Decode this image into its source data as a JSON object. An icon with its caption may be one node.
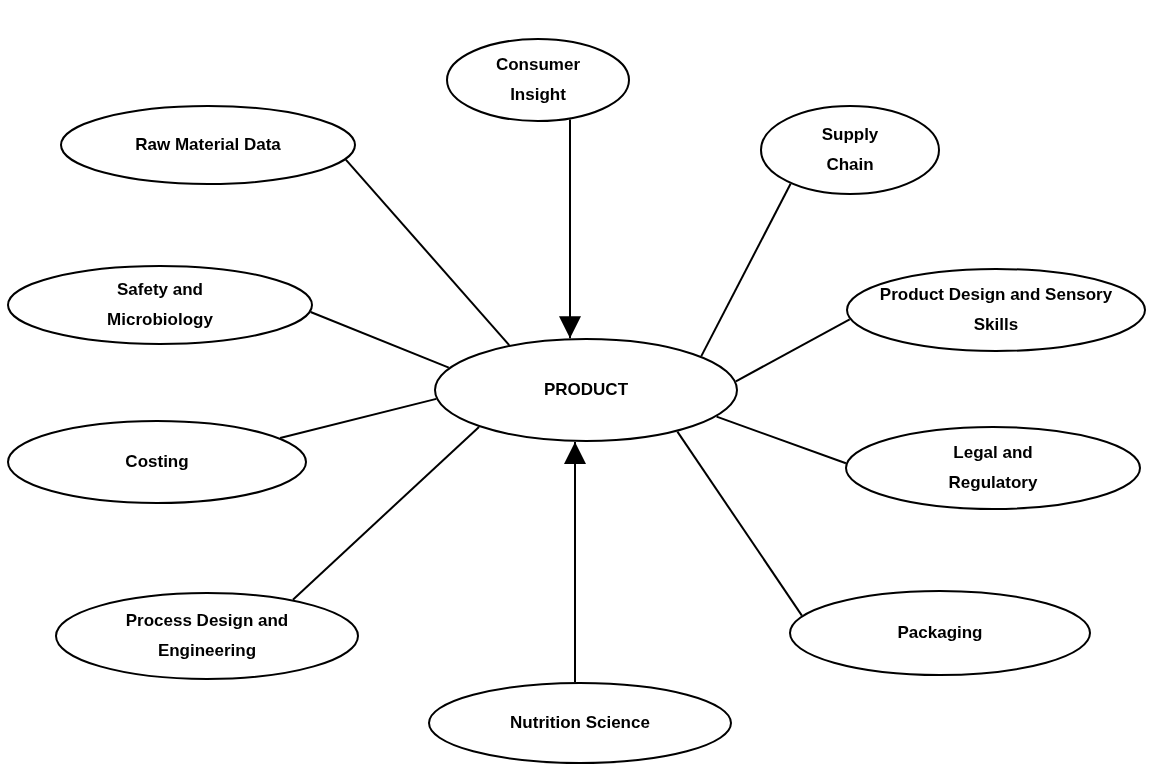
{
  "diagram": {
    "nodes": [
      {
        "text": [
          "Consumer Insight"
        ]
      },
      {
        "text": [
          "Raw Material Data"
        ]
      },
      {
        "text": [
          "Supply Chain"
        ]
      },
      {
        "text": [
          "Safety and Microbiology"
        ]
      },
      {
        "text": [
          "Product Design and Sensory Skills"
        ]
      },
      {
        "text": [
          "PRODUCT"
        ]
      },
      {
        "text": [
          "Costing"
        ]
      },
      {
        "text": [
          "Legal and Regulatory"
        ]
      },
      {
        "text": [
          "Process Design and Engineering"
        ]
      },
      {
        "text": [
          "Packaging"
        ]
      },
      {
        "text": [
          "Nutrition Science"
        ]
      }
    ],
    "edges": [
      {
        "from": 0,
        "to": 5,
        "arrow": "to"
      },
      {
        "from": 1,
        "to": 5,
        "arrow": "none"
      },
      {
        "from": 2,
        "to": 5,
        "arrow": "none"
      },
      {
        "from": 3,
        "to": 5,
        "arrow": "none"
      },
      {
        "from": 4,
        "to": 5,
        "arrow": "none"
      },
      {
        "from": 6,
        "to": 5,
        "arrow": "none"
      },
      {
        "from": 7,
        "to": 5,
        "arrow": "none"
      },
      {
        "from": 8,
        "to": 5,
        "arrow": "none"
      },
      {
        "from": 9,
        "to": 5,
        "arrow": "none"
      },
      {
        "from": 10,
        "to": 5,
        "arrow": "to"
      }
    ]
  }
}
